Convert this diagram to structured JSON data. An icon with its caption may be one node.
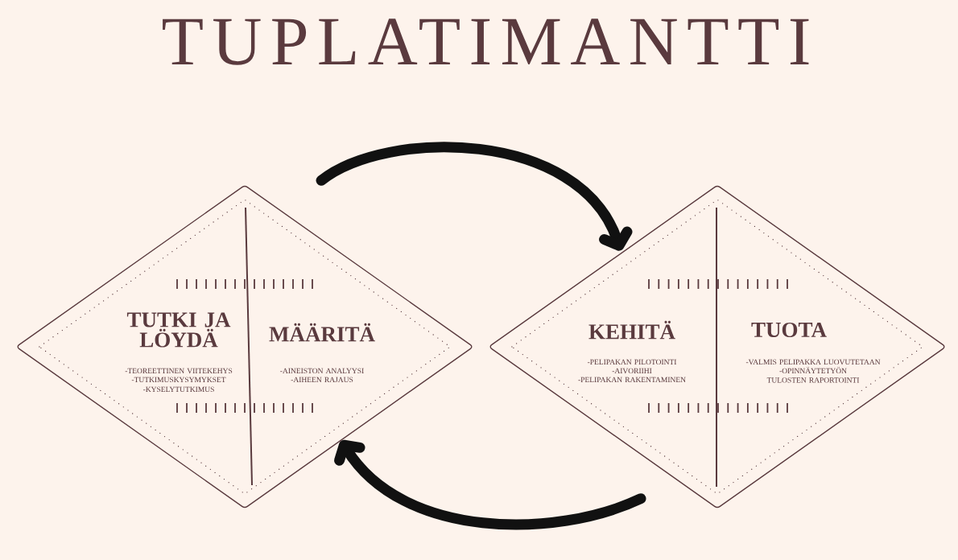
{
  "diagram": {
    "title": "TUPLATIMANTTI",
    "nodes": [
      {
        "text": [
          "TUTKI JA LÖYDÄ",
          "-TEOREETTINEN VIITEKEHYS",
          "-TUTKIMUSKYSYMYKSET",
          "-KYSELYTUTKIMUS",
          "MÄÄRITÄ",
          "-AINEISTON ANALYYSI",
          "-AIHEEN RAJAUS"
        ]
      },
      {
        "text": [
          "KEHITÄ",
          "-PELIPAKAN PILOTOINTI",
          "-AIVORIIHI",
          "-PELIPAKAN RAKENTAMINEN",
          "TUOTA",
          "-VALMIS PELIPAKKA LUOVUTETAAN",
          "-OPINNÄYTETYÖN TULOSTEN RAPORTOINTI"
        ]
      }
    ],
    "edges": [
      {
        "from": 0,
        "to": 1,
        "arrow": "to"
      },
      {
        "from": 1,
        "to": 0,
        "arrow": "to"
      }
    ]
  }
}
